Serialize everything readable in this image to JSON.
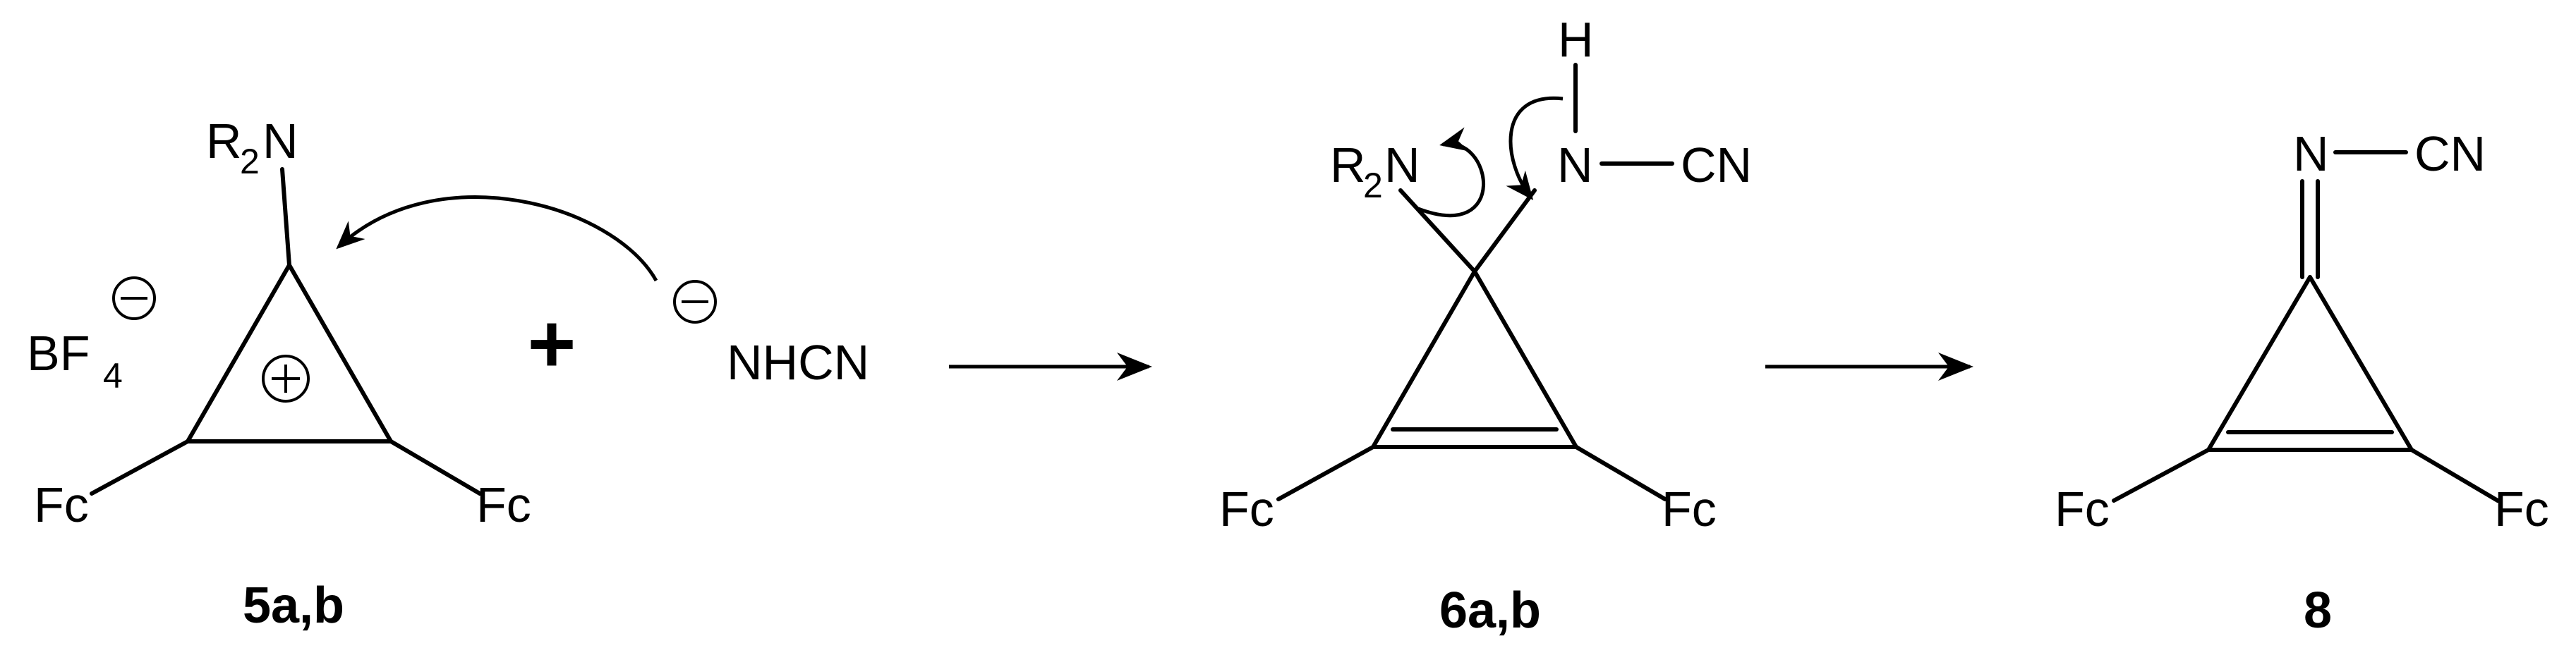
{
  "scheme": {
    "reactant": {
      "amine": {
        "r": "R",
        "sub": "2",
        "n": "N"
      },
      "counterion": {
        "bf": "BF",
        "sub": "4"
      },
      "substituent_left": "Fc",
      "substituent_right": "Fc",
      "compound_label": "5a,b"
    },
    "plus_sign": "+",
    "nucleophile": {
      "formula": "NHCN"
    },
    "intermediate": {
      "amine": {
        "r": "R",
        "sub": "2",
        "n": "N"
      },
      "h_atom": "H",
      "n_atom": "N",
      "cn_group": "CN",
      "substituent_left": "Fc",
      "substituent_right": "Fc",
      "compound_label": "6a,b"
    },
    "product": {
      "n_atom": "N",
      "cn_group": "CN",
      "substituent_left": "Fc",
      "substituent_right": "Fc",
      "compound_label": "8"
    }
  }
}
